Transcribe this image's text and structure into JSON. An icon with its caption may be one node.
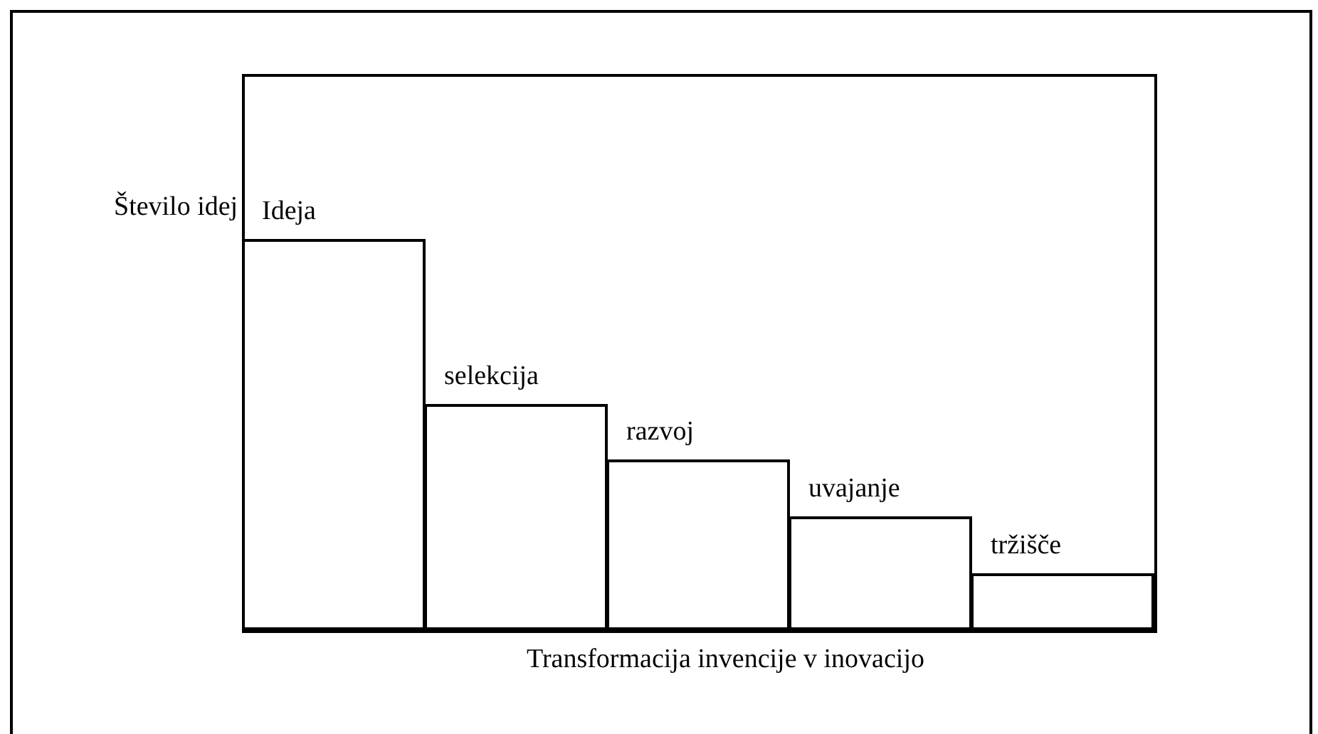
{
  "diagram": {
    "nodes": [
      {
        "text": [
          "Ideja"
        ]
      },
      {
        "text": [
          "selekcija"
        ]
      },
      {
        "text": [
          "razvoj"
        ]
      },
      {
        "text": [
          "uvajanje"
        ]
      },
      {
        "text": [
          "tržišče"
        ]
      }
    ],
    "edges": [],
    "labels": [
      "Število idej",
      "Transformacija invencije v inovacijo"
    ]
  }
}
